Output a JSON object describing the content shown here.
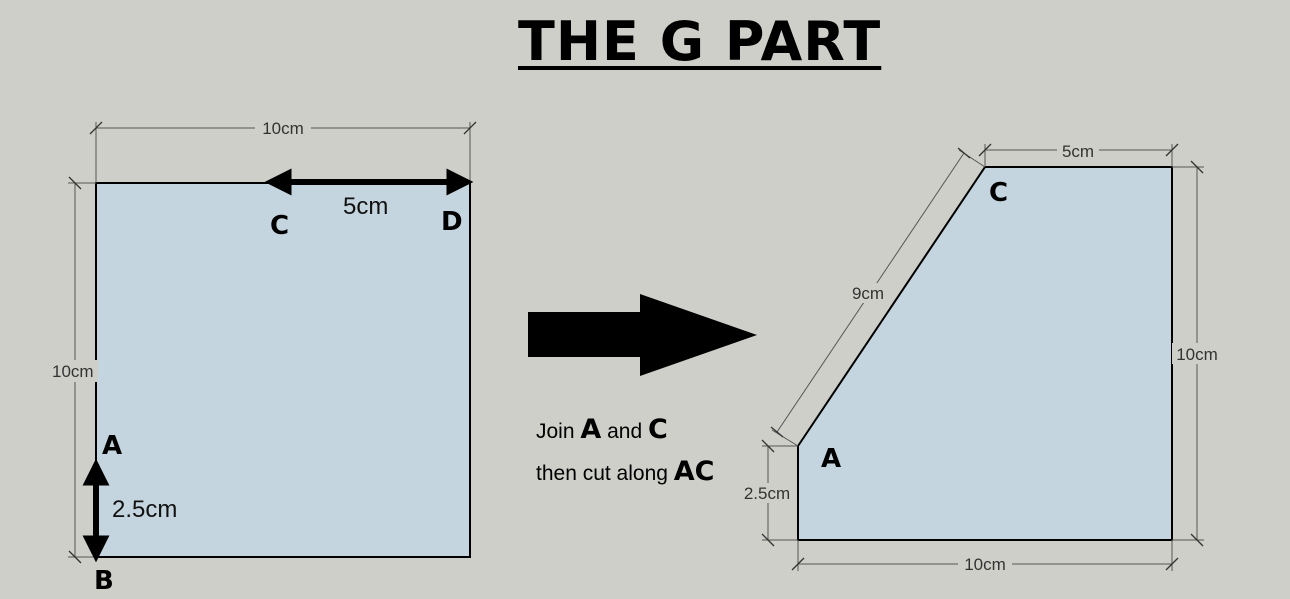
{
  "title": "THE G PART",
  "left_square": {
    "dim_top": "10cm",
    "dim_left": "10cm",
    "arrow_top_label": "5cm",
    "arrow_left_label": "2.5cm",
    "point_labels": {
      "A": "A",
      "B": "B",
      "C": "C",
      "D": "D"
    }
  },
  "instruction": {
    "line1_prefix": "Join",
    "line1_a": "A",
    "line1_mid": "and",
    "line1_c": "C",
    "line2_prefix": "then cut along",
    "line2_ac": "AC"
  },
  "right_shape": {
    "dim_top": "5cm",
    "dim_diagonal": "9cm",
    "dim_right": "10cm",
    "dim_left": "2.5cm",
    "dim_bottom": "10cm",
    "point_labels": {
      "A": "A",
      "C": "C"
    }
  },
  "colors": {
    "background": "#cfcfc9",
    "fill": "#c5d5df",
    "ink": "#000000"
  }
}
